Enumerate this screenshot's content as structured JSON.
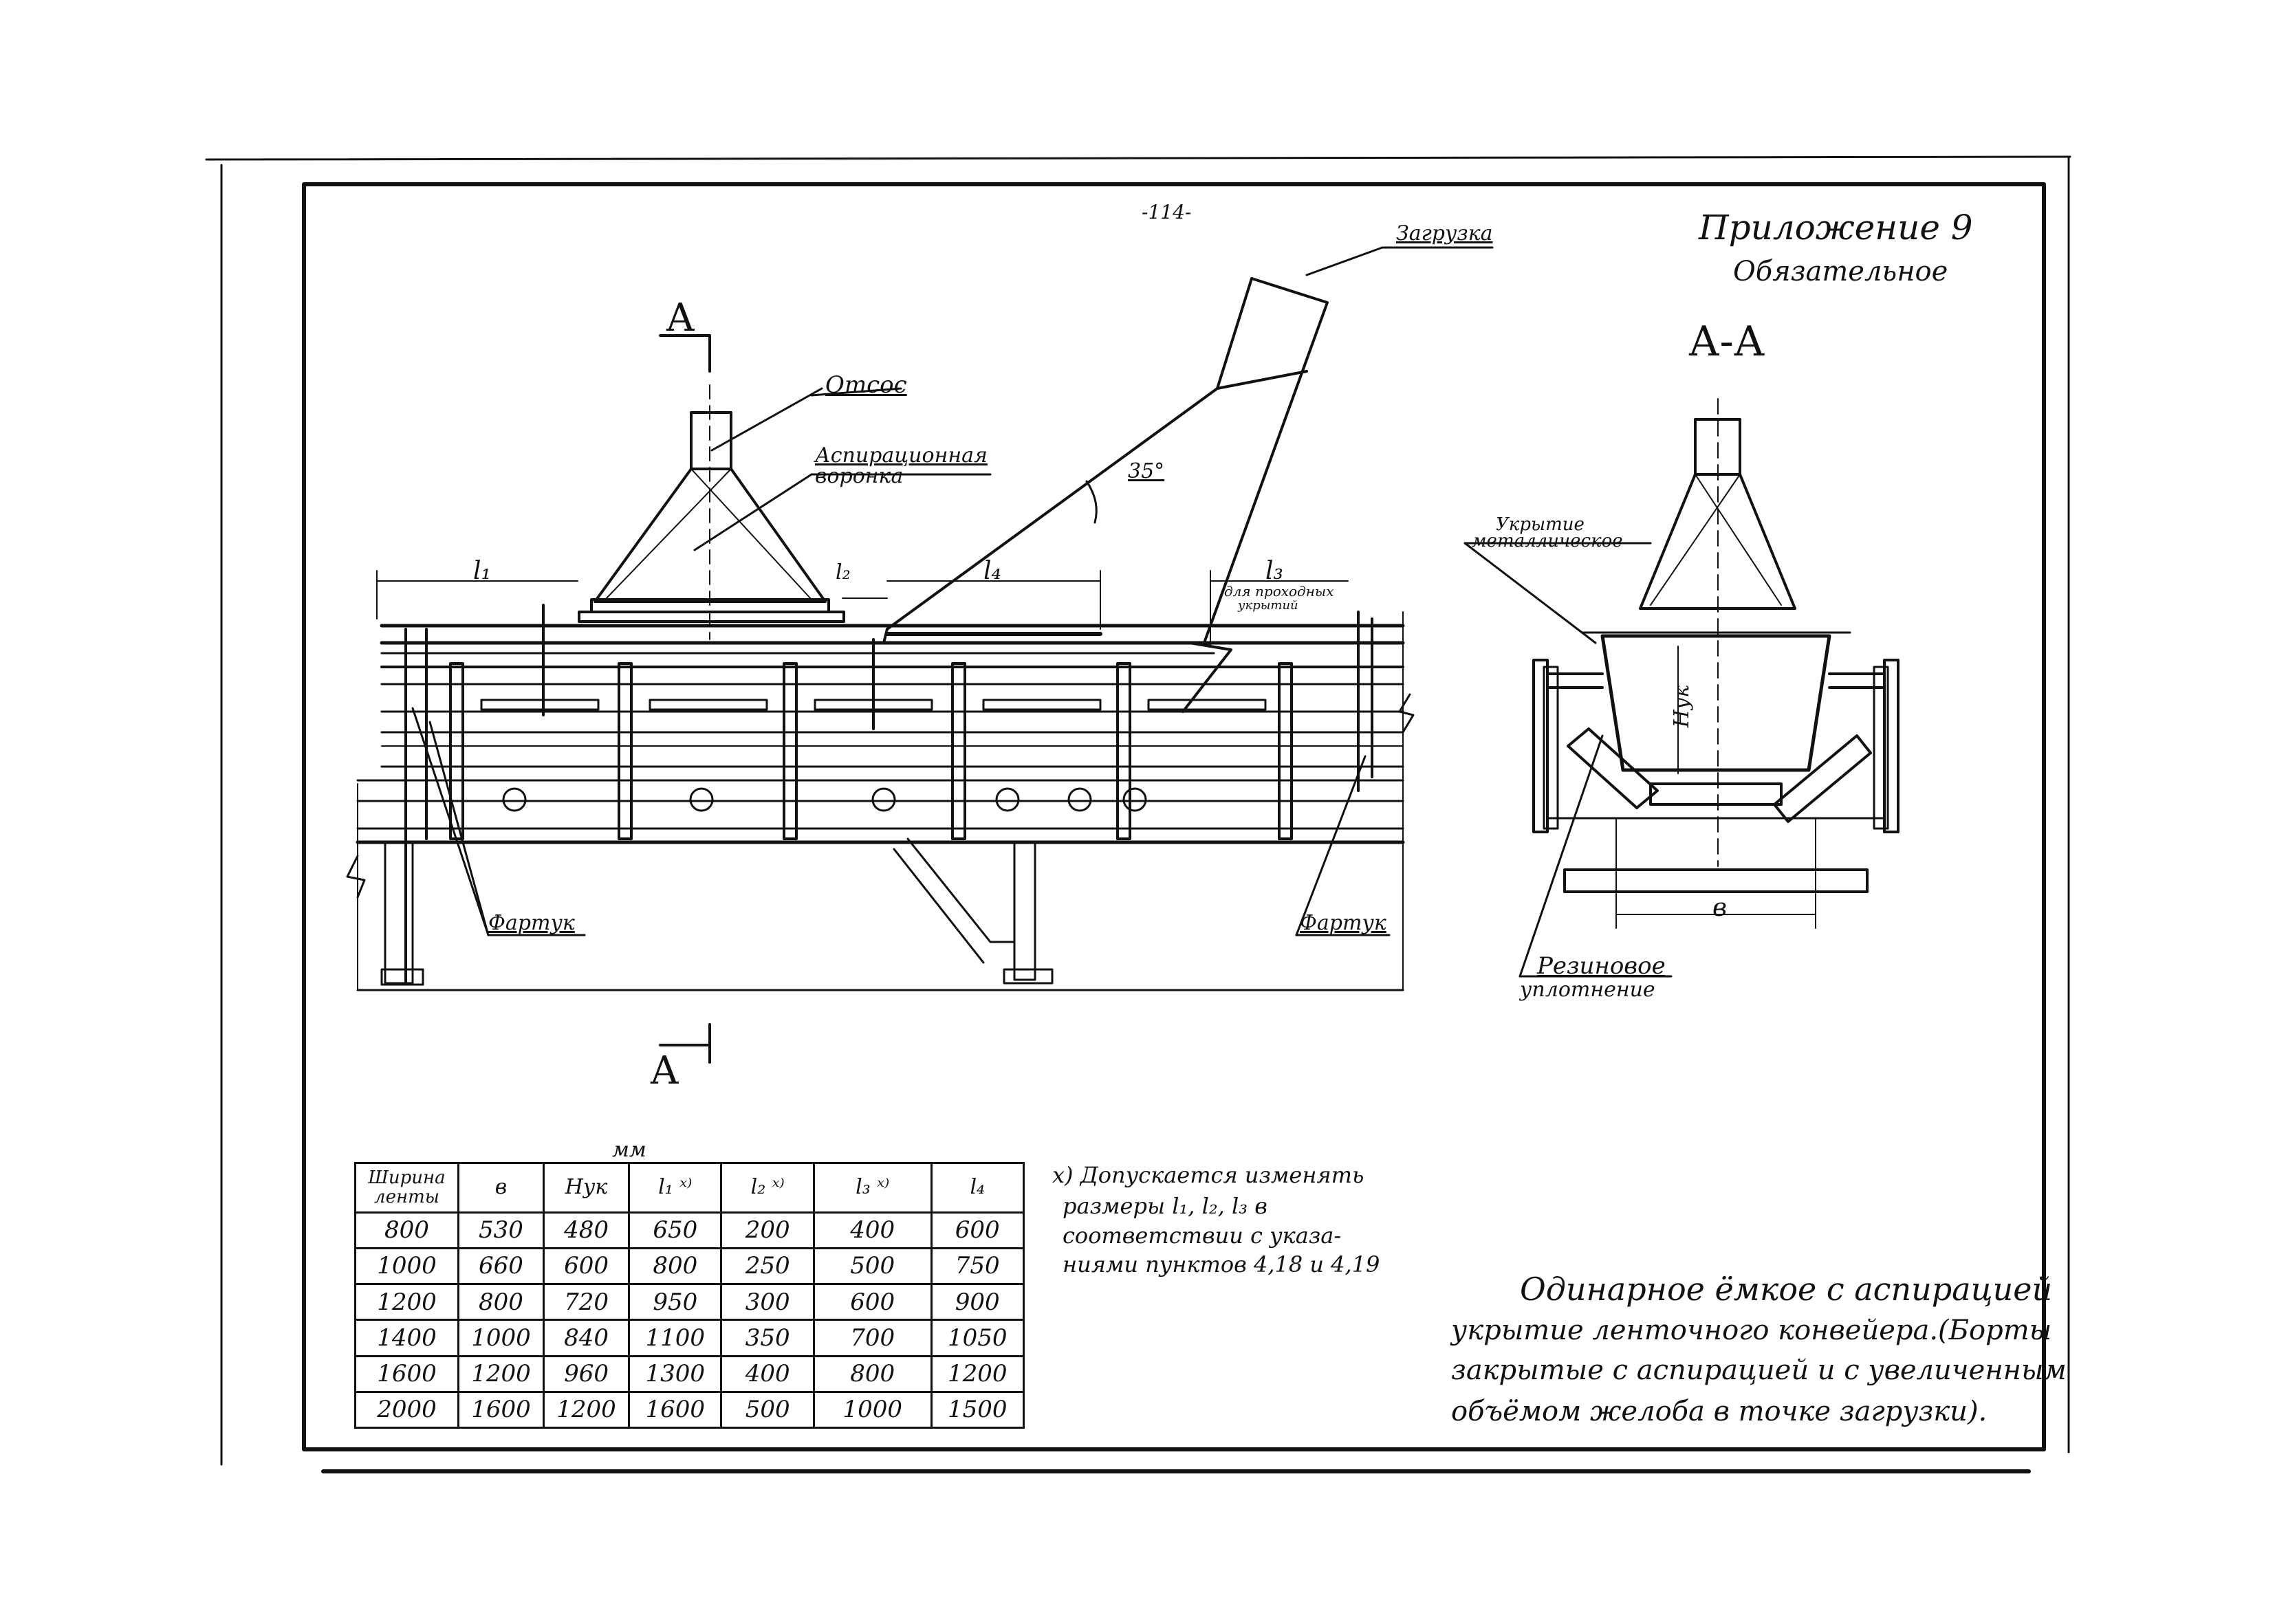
{
  "page": {
    "page_number": "-114-",
    "appendix_title": "Приложение 9",
    "appendix_status": "Обязательное",
    "section_view_title": "А-А"
  },
  "labels": {
    "loading": "Загрузка",
    "suction": "Отсос",
    "aspiration_funnel_line1": "Аспирационная",
    "aspiration_funnel_line2": "воронка",
    "angle": "35°",
    "l1": "l₁",
    "l2": "l₂",
    "l3": "l₃",
    "l4": "l₄",
    "passage_note_line1": "для проходных",
    "passage_note_line2": "укрытий",
    "apron_left": "Фартук",
    "apron_right": "Фартук",
    "section_mark_top": "А",
    "section_mark_bottom": "А",
    "metal_cover_line1": "Укрытие",
    "metal_cover_line2": "металлическое",
    "hyk": "Нук",
    "b": "в",
    "rubber_seal_line1": "Резиновое",
    "rubber_seal_line2": "уплотнение"
  },
  "table": {
    "unit": "мм",
    "headers": [
      "Ширина ленты",
      "в",
      "Нук",
      "l₁ ˣ⁾",
      "l₂ ˣ⁾",
      "l₃ ˣ⁾",
      "l₄"
    ],
    "rows": [
      [
        "800",
        "530",
        "480",
        "650",
        "200",
        "400",
        "600"
      ],
      [
        "1000",
        "660",
        "600",
        "800",
        "250",
        "500",
        "750"
      ],
      [
        "1200",
        "800",
        "720",
        "950",
        "300",
        "600",
        "900"
      ],
      [
        "1400",
        "1000",
        "840",
        "1100",
        "350",
        "700",
        "1050"
      ],
      [
        "1600",
        "1200",
        "960",
        "1300",
        "400",
        "800",
        "1200"
      ],
      [
        "2000",
        "1600",
        "1200",
        "1600",
        "500",
        "1000",
        "1500"
      ]
    ]
  },
  "footnote": {
    "line1": "х) Допускается изменять",
    "line2": "размеры l₁, l₂, l₃  в",
    "line3": "соответствии с указа-",
    "line4": "ниями пунктов 4,18 и 4,19"
  },
  "caption": {
    "line1": "Одинарное ёмкое с аспирацией",
    "line2": "укрытие ленточного конвейера.(Борты",
    "line3": "закрытые с аспирацией и с увеличенным",
    "line4": "объёмом желоба в точке загрузки)."
  }
}
